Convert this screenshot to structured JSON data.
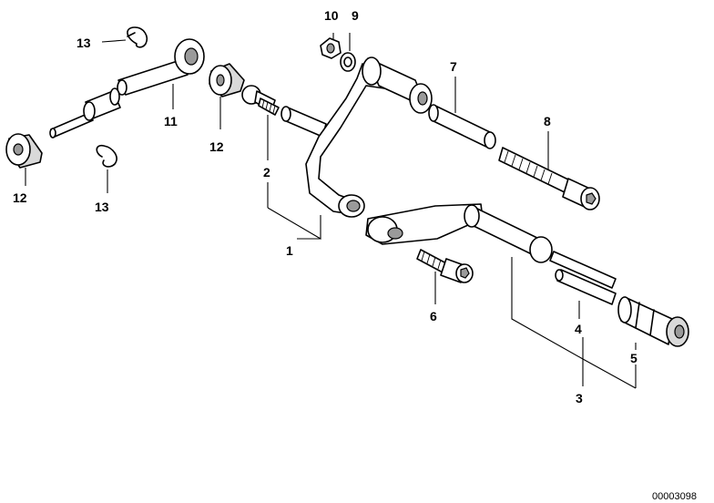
{
  "diagram": {
    "callouts": [
      "13",
      "11",
      "12",
      "12",
      "13",
      "10",
      "9",
      "7",
      "8",
      "2",
      "1",
      "6",
      "4",
      "5",
      "3"
    ],
    "reference_code": "00003098"
  }
}
